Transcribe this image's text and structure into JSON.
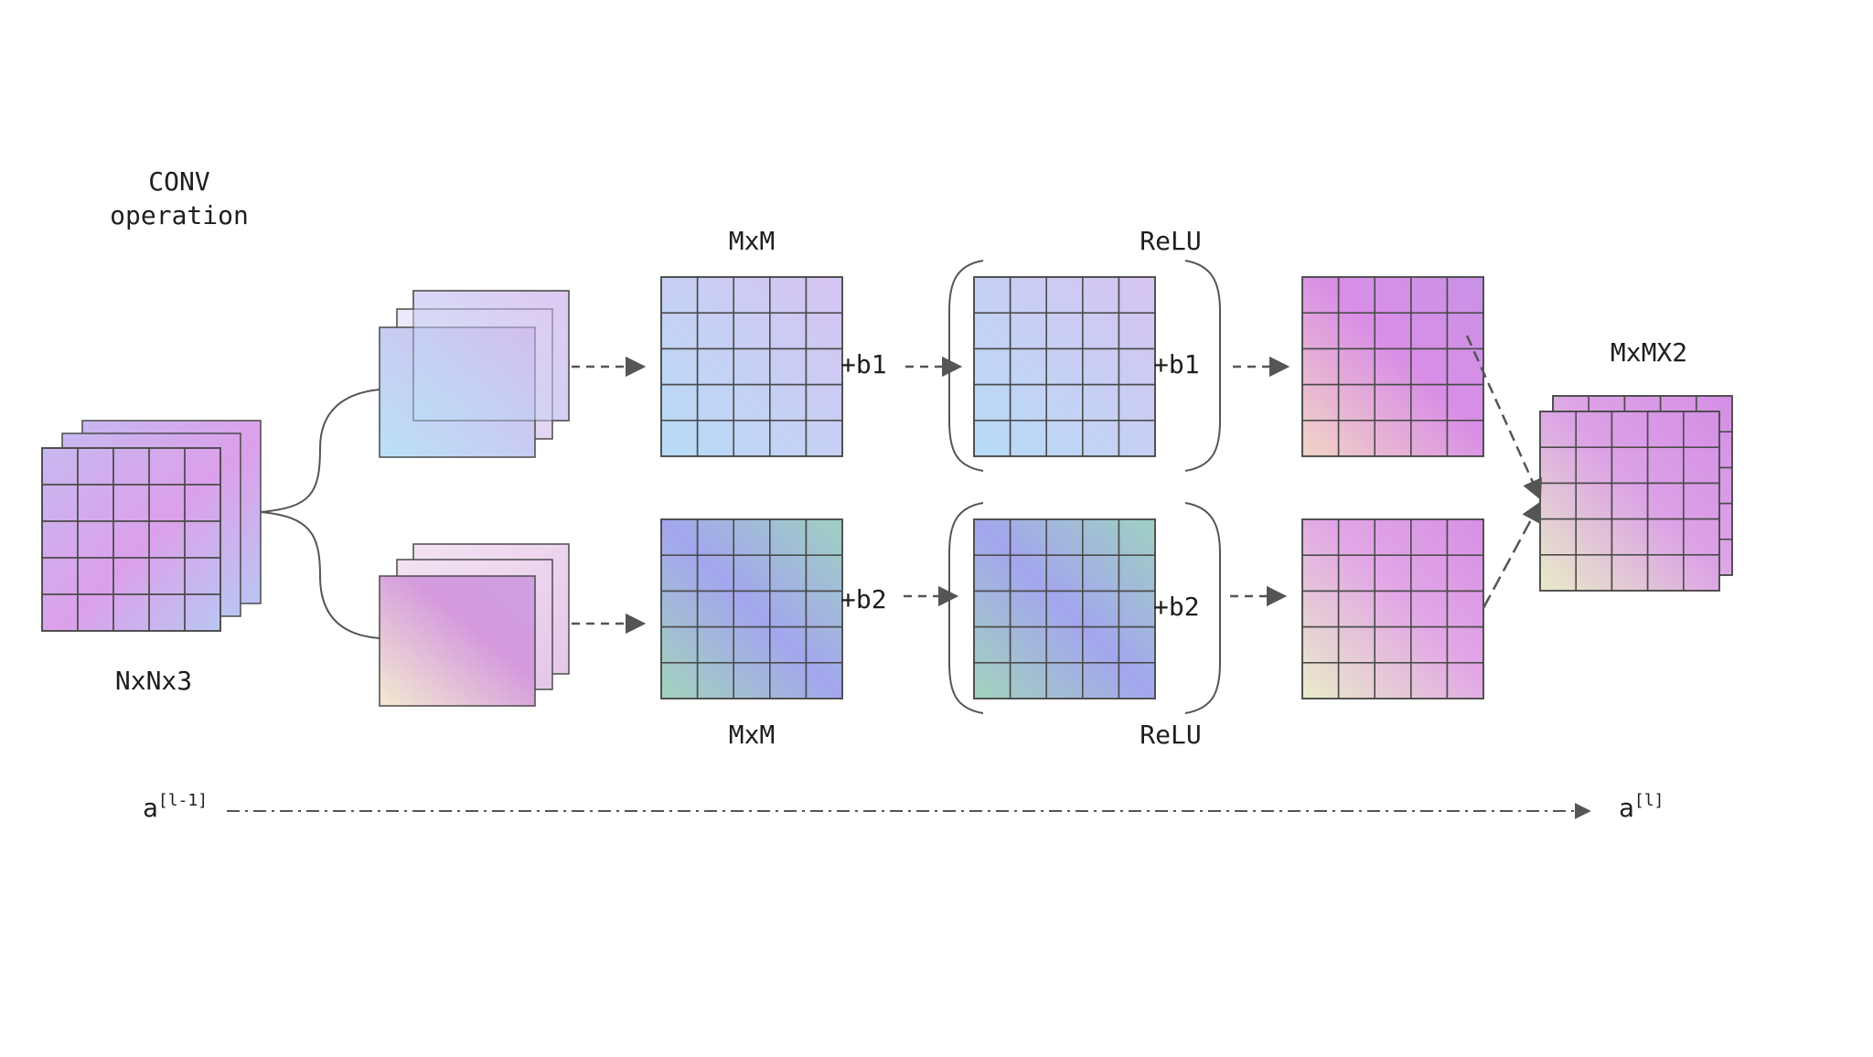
{
  "title": {
    "line1": "CONV",
    "line2": "operation"
  },
  "labels": {
    "input": "NxNx3",
    "top_conv": "MxM",
    "bottom_conv": "MxM",
    "top_relu": "ReLU",
    "bottom_relu": "ReLU",
    "output": "MxMX2",
    "bias1_a": "+b1",
    "bias1_b": "+b1",
    "bias2_a": "+b2",
    "bias2_b": "+b2"
  },
  "activation": {
    "prev_base": "a",
    "prev_sup": "[l-1]",
    "next_base": "a",
    "next_sup": "[l]"
  },
  "colors": {
    "grid_line": "#4a4a4a",
    "arrow": "#555555",
    "text": "#1e1e1e",
    "violet": "#d58be8",
    "lavender": "#cfc2f2",
    "sky": "#b6dcf6",
    "teal": "#9fd1c2",
    "periwinkle": "#a7a6ef",
    "cream": "#ecead0",
    "pink": "#efc6df"
  }
}
